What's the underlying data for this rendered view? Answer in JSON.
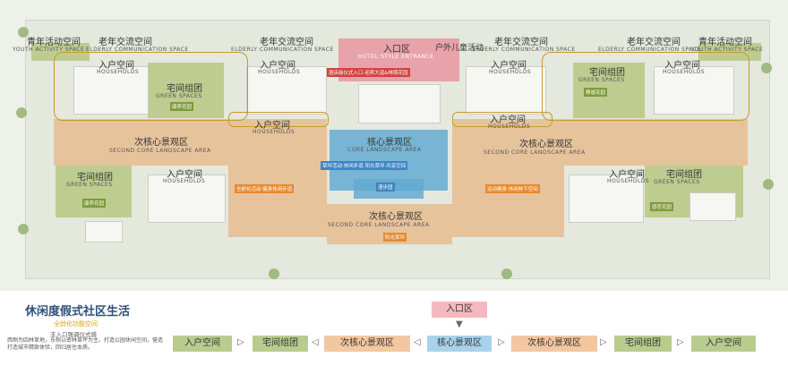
{
  "site_plan": {
    "top_left": {
      "youth_cn": "青年活动空间",
      "youth_en": "YOUTH ACTIVITY SPACE",
      "elderly_cn": "老年交流空间",
      "elderly_en": "ELDERLY COMMUNICATION SPACE"
    },
    "top_center_elderly": {
      "cn": "老年交流空间",
      "en": "ELDERLY COMMUNICATION SPACE"
    },
    "entrance": {
      "cn": "入口区",
      "en": "HOTEL STYLE ENTRANCE",
      "tag": "酒店级仪式入口·迎宾大道&林荫花园"
    },
    "outdoor_kids": "户外儿童活动",
    "top_right": {
      "elderly_cn": "老年交流空间",
      "elderly_en": "ELDERLY COMMUNICATION SPACE",
      "youth_cn": "青年活动空间",
      "youth_en": "YOUTH ACTIVITY SPACE"
    },
    "households": {
      "cn": "入户空间",
      "en": "HOUSEHOLDS"
    },
    "green": {
      "cn": "宅间组团",
      "en": "GREEN SPACES",
      "tag_left": "康养花园",
      "tag_right": "静谧花园",
      "tag_bl": "康养花园",
      "tag_br": "感官花园"
    },
    "core": {
      "cn": "核心景观区",
      "en": "CORE LANDSCAPE AREA",
      "tag": "草坪活动·休闲步道·阳光草坪·共享空间",
      "tag2": "漫步园"
    },
    "second_core": {
      "cn": "次核心景观区",
      "en": "SECOND CORE LANDSCAPE AREA",
      "tag_left": "全龄化活动·健身休闲步道",
      "tag_right": "运动健身·休闲林下空间",
      "tag_bottom": "阳光草坪"
    }
  },
  "legend": {
    "title": "休闲度假式社区生活",
    "subtitle": "全龄化功能空间",
    "desc1": "丰入口强调仪式感",
    "desc2": "西侧为四林草地，东侧以密林草坪为主。打造公园休闲空间，营造打造城市精致体验，回归居住本质。",
    "top_node": "入口区",
    "flow": [
      "入户空间",
      "宅间组团",
      "次核心景观区",
      "核心景观区",
      "次核心景观区",
      "宅间组团",
      "入户空间"
    ]
  }
}
